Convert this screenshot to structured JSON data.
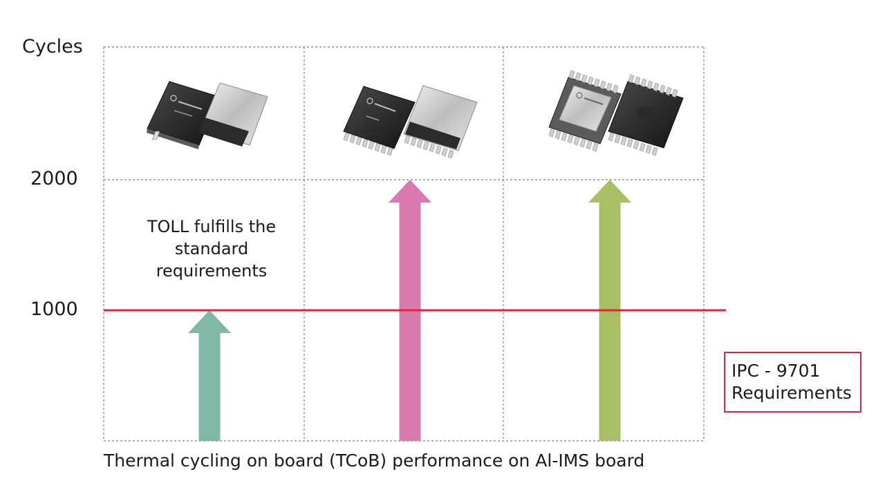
{
  "chart_data": {
    "type": "bar",
    "ylabel": "Cycles",
    "xlabel": "Thermal cycling on board (TCoB) performance on Al-IMS board",
    "y_ticks": [
      "1000",
      "2000"
    ],
    "categories": [
      "",
      "",
      ""
    ],
    "values": [
      1000,
      2000,
      2000
    ],
    "bar_colors": [
      "#7fb8a6",
      "#d97aaf",
      "#a8c063"
    ],
    "reference_line": {
      "value": 1000,
      "color": "#e2223f"
    },
    "annotation": [
      "TOLL fulfills the",
      "standard",
      "requirements"
    ],
    "legend": {
      "placement": "bottom-right",
      "lines": [
        "IPC - 9701",
        "Requirements"
      ],
      "border_color": "#d9273a"
    },
    "grid": true,
    "images": [
      "infineon-to-leadless-package-icon",
      "infineon-toll-package-icon",
      "infineon-tolt-package-icon"
    ]
  }
}
